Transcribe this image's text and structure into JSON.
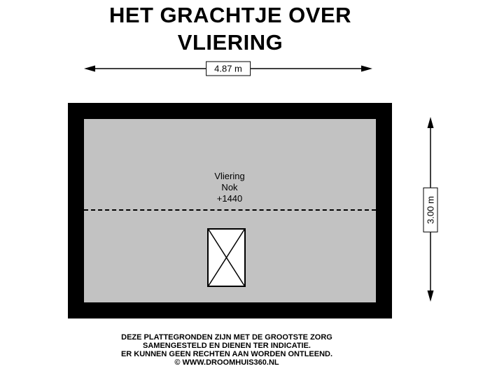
{
  "title": {
    "line1": "HET GRACHTJE OVER",
    "line2": "VLIERING"
  },
  "dimensions": {
    "width": "4.87 m",
    "height": "3.00 m"
  },
  "room": {
    "name": "Vliering",
    "ridge_label": "Nok",
    "ridge_height": "+1440"
  },
  "footer": {
    "line1": "DEZE PLATTEGRONDEN ZIJN MET DE GROOTSTE ZORG",
    "line2": "SAMENGESTELD EN DIENEN TER INDICATIE.",
    "line3": "ER KUNNEN GEEN RECHTEN AAN WORDEN ONTLEEND.",
    "copyright": "© WWW.DROOMHUIS360.NL"
  },
  "colors": {
    "outline": "#000000",
    "floor": "#c2c2c2",
    "background": "#ffffff"
  }
}
